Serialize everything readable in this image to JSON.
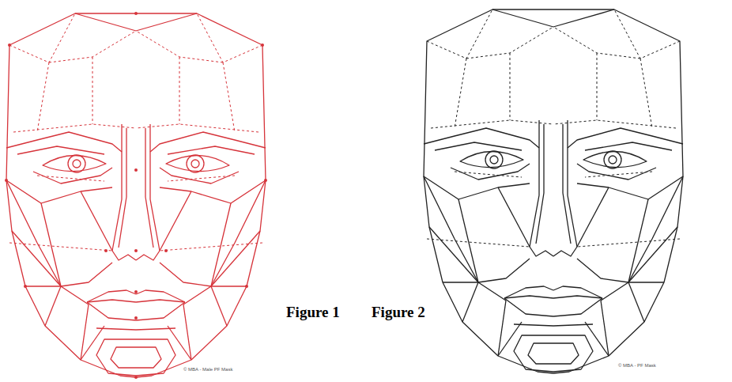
{
  "diagram": {
    "labels": [
      "Figure 1",
      "Figure 2",
      "© MBA - Male PF Mask",
      "© MBA - PF Mask"
    ]
  }
}
